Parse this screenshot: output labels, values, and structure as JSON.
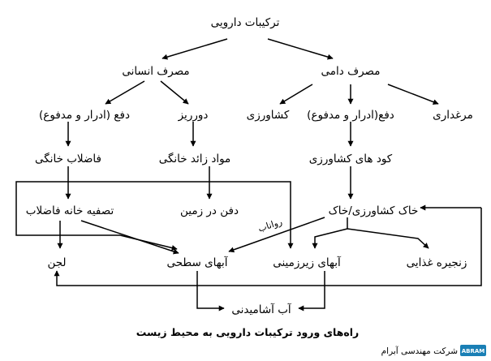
{
  "nodes": {
    "root": "ترکیبات دارویی",
    "human_use": "مصرف انسانی",
    "animal_use": "مصرف دامی",
    "human_excretion": "دفع (ادرار و مدفوع)",
    "discard": "دورریز",
    "agriculture": "کشاورزی",
    "animal_excretion": "دفع(ادرار و مدفوع)",
    "poultry": "مرغداری",
    "household_sewage": "فاضلاب خانگی",
    "household_waste": "مواد زائد خانگی",
    "agri_manure": "کود های کشاورزی",
    "wastewater_plant": "تصفیه خانه فاضلاب",
    "land_burial": "دفن در زمین",
    "agri_soil": "خاک کشاورزی/خاک",
    "sludge": "لجن",
    "surface_water": "آبهای سطحی",
    "groundwater": "آبهای زیرزمینی",
    "food_chain": "زنجیره غذایی",
    "drinking_water": "آب آشامیدنی"
  },
  "edge_labels": {
    "runoff": "رواناب"
  },
  "caption": "راه‌های ورود ترکیبات دارویی به محیط زیست",
  "watermark": {
    "text": "شرکت مهندسی آبرام",
    "logo_text": "ABRAM"
  }
}
